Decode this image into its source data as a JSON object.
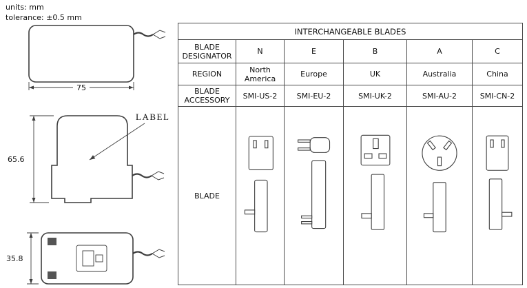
{
  "page": {
    "units": "units: mm",
    "tolerance": "tolerance: ±0.5 mm"
  },
  "views": {
    "top": {
      "dim_width": "75"
    },
    "side": {
      "dim_height": "65.6",
      "label": "LABEL"
    },
    "bottom": {
      "dim_height": "35.8"
    }
  },
  "table": {
    "title": "INTERCHANGEABLE BLADES",
    "row_headers": {
      "designator": "BLADE DESIGNATOR",
      "region": "REGION",
      "accessory": "BLADE ACCESSORY",
      "blade": "BLADE"
    },
    "columns": [
      {
        "designator": "N",
        "region": "North America",
        "accessory": "SMI-US-2",
        "blade_icon": "us-plug"
      },
      {
        "designator": "E",
        "region": "Europe",
        "accessory": "SMI-EU-2",
        "blade_icon": "eu-plug"
      },
      {
        "designator": "B",
        "region": "UK",
        "accessory": "SMI-UK-2",
        "blade_icon": "uk-plug"
      },
      {
        "designator": "A",
        "region": "Australia",
        "accessory": "SMI-AU-2",
        "blade_icon": "au-plug"
      },
      {
        "designator": "C",
        "region": "China",
        "accessory": "SMI-CN-2",
        "blade_icon": "cn-plug"
      }
    ],
    "line_color": "#3d3d3d"
  }
}
